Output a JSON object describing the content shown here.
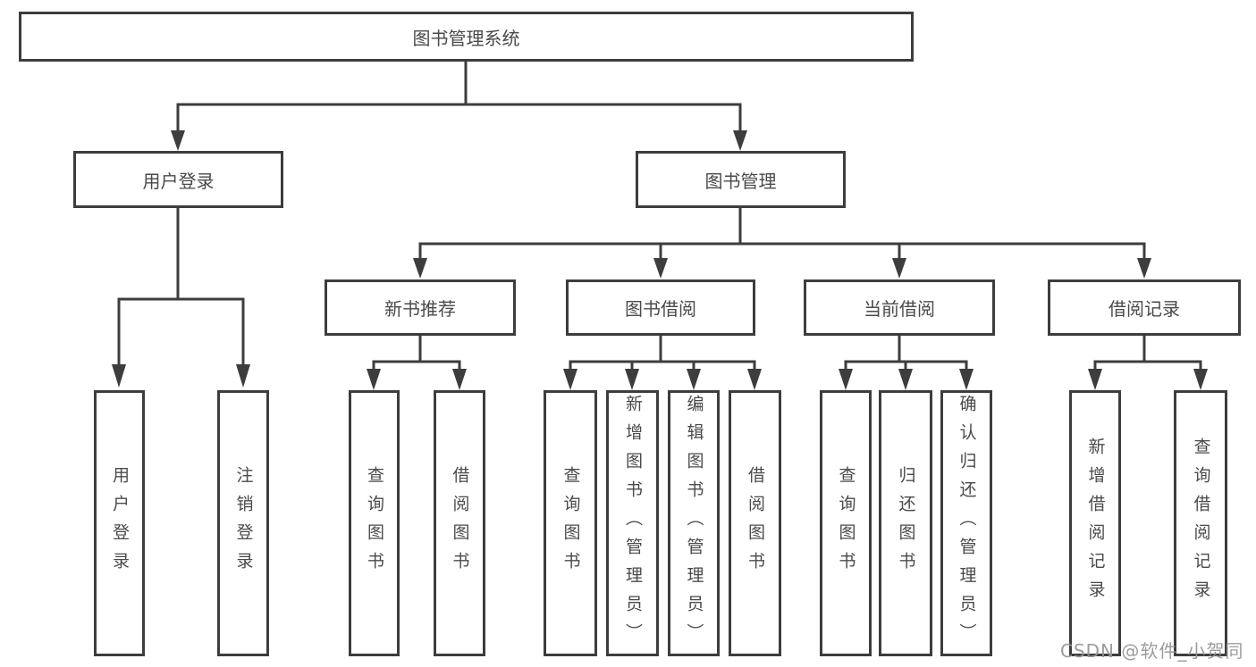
{
  "diagram": {
    "root": {
      "label": "图书管理系统"
    },
    "branches": [
      {
        "label": "用户登录",
        "children": [
          {
            "label": "用户登录"
          },
          {
            "label": "注销登录"
          }
        ]
      },
      {
        "label": "图书管理",
        "children": [
          {
            "label": "新书推荐",
            "children": [
              {
                "label": "查询图书"
              },
              {
                "label": "借阅图书"
              }
            ]
          },
          {
            "label": "图书借阅",
            "children": [
              {
                "label": "查询图书"
              },
              {
                "label": "新增图书（管理员）"
              },
              {
                "label": "编辑图书（管理员）"
              },
              {
                "label": "借阅图书"
              }
            ]
          },
          {
            "label": "当前借阅",
            "children": [
              {
                "label": "查询图书"
              },
              {
                "label": "归还图书"
              },
              {
                "label": "确认归还（管理员）"
              }
            ]
          },
          {
            "label": "借阅记录",
            "children": [
              {
                "label": "新增借阅记录"
              },
              {
                "label": "查询借阅记录"
              }
            ]
          }
        ]
      }
    ]
  },
  "watermark": {
    "text": "CSDN @软件_小贺同学"
  },
  "colors": {
    "line": "#3d3d3d",
    "text": "#4a4a4a",
    "watermark": "#949494",
    "background": "#ffffff"
  }
}
